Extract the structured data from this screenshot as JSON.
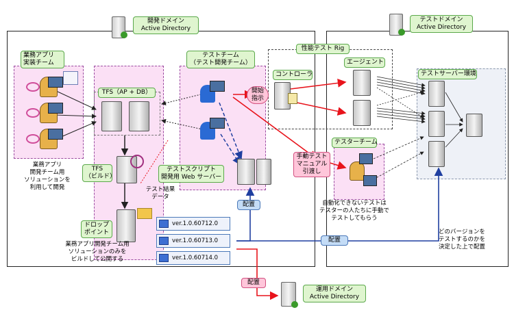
{
  "domains": {
    "dev": "開発ドメイン\nActive Directory",
    "test": "テストドメイン\nActive Directory",
    "ops": "運用ドメイン\nActive Directory"
  },
  "groups": {
    "app_team": "業務アプリ\n実装チーム",
    "test_team": "テストチーム\n（テスト開発チーム）",
    "perf_rig": "性能テスト Rig",
    "controller": "コントローラ",
    "agent": "エージェント",
    "test_server_env": "テストサーバー環境",
    "tester_team": "テスターチーム",
    "tfs_main": "TFS（AP + DB）",
    "tfs_build": "TFS\n（ビルド）",
    "drop_point": "ドロップ\nポイント",
    "test_script_server": "テストスクリプト\n開発用 Web サーバー"
  },
  "callouts": {
    "start": "開始\n指示",
    "manual_test": "手動テスト\nマニュアル\n引渡し",
    "deploy_1": "配置",
    "deploy_2": "配置",
    "deploy_3": "配置"
  },
  "notes": {
    "app_dev": "業務アプリ\n開発チーム用\nソリューションを\n利用して開発",
    "build_publish": "業務アプリ開発チーム用\nソリューションのみを\nビルドして公開する",
    "test_result": "テスト結果\nデータ",
    "manual_note": "自動化できないテストは\nテスターの人たちに手動で\nテストしてもらう",
    "version_note": "どのバージョンを\nテストするのかを\n決定した上で配置"
  },
  "versions": [
    "ver.1.0.60712.0",
    "ver.1.0.60713.0",
    "ver.1.0.60714.0"
  ],
  "colors": {
    "pink_area": "#fbe0f5",
    "test_env": "#eef1f7",
    "green_label": "#dff5cf",
    "red_arrow": "#e8131b",
    "blue_arrow": "#1f3fa0",
    "callout_pink": "#ffc6da",
    "callout_blue": "#c4dcf6"
  }
}
